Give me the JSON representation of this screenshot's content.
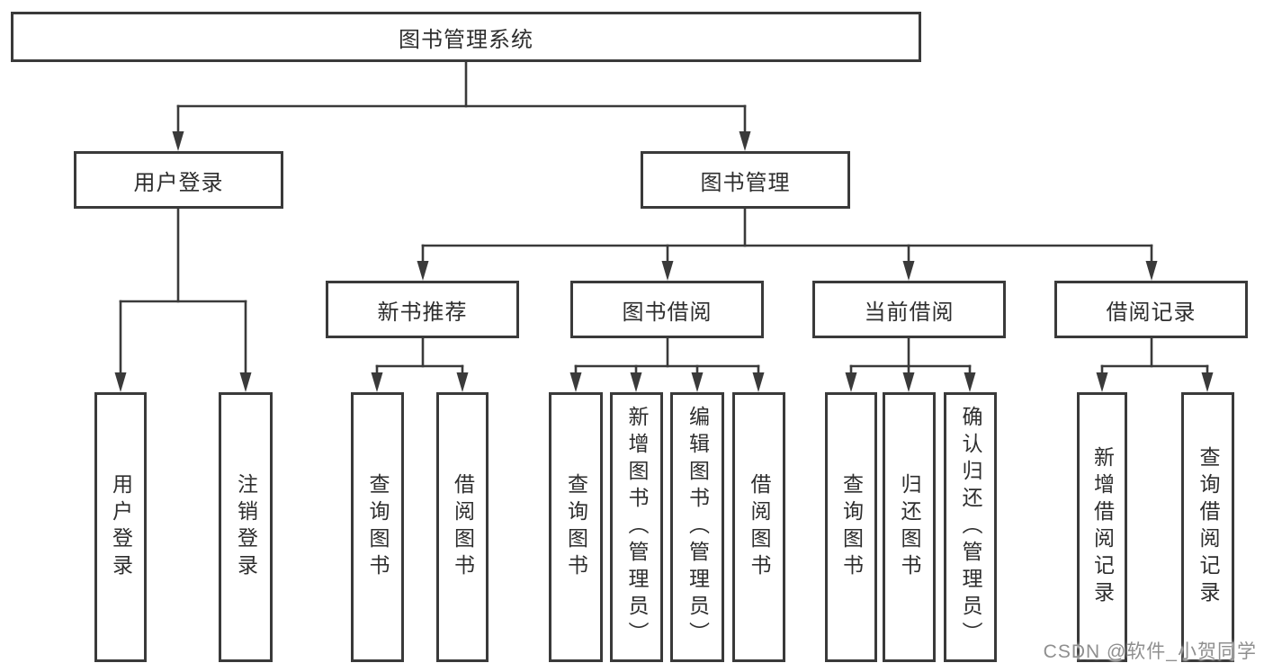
{
  "diagram": {
    "root": {
      "label": "图书管理系统"
    },
    "branches": [
      {
        "label": "用户登录",
        "children": [
          {
            "label": "用户登录"
          },
          {
            "label": "注销登录"
          }
        ]
      },
      {
        "label": "图书管理",
        "children": [
          {
            "label": "新书推荐",
            "children": [
              {
                "label": "查询图书"
              },
              {
                "label": "借阅图书"
              }
            ]
          },
          {
            "label": "图书借阅",
            "children": [
              {
                "label": "查询图书"
              },
              {
                "label": "新增图书（管理员）"
              },
              {
                "label": "编辑图书（管理员）"
              },
              {
                "label": "借阅图书"
              }
            ]
          },
          {
            "label": "当前借阅",
            "children": [
              {
                "label": "查询图书"
              },
              {
                "label": "归还图书"
              },
              {
                "label": "确认归还（管理员）"
              }
            ]
          },
          {
            "label": "借阅记录",
            "children": [
              {
                "label": "新增借阅记录"
              },
              {
                "label": "查询借阅记录"
              }
            ]
          }
        ]
      }
    ]
  },
  "watermark": {
    "text": "CSDN @软件_小贺同学"
  },
  "colors": {
    "line": "#3a3a3a",
    "text": "#2e2e2e",
    "watermark": "#8f8f8f",
    "background": "#ffffff"
  }
}
